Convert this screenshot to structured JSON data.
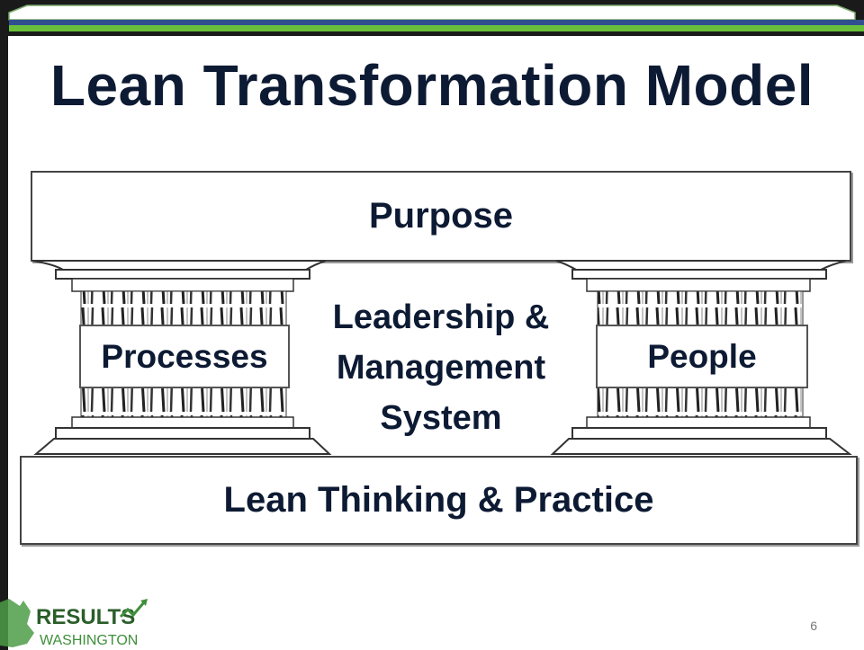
{
  "slide": {
    "title": "Lean Transformation Model",
    "page_number": "6"
  },
  "diagram": {
    "roof": "Purpose",
    "left_pillar": "Processes",
    "right_pillar": "People",
    "center_lines": [
      "Leadership &",
      "Management",
      "System"
    ],
    "foundation": "Lean Thinking & Practice"
  },
  "logo": {
    "line1": "RESULTS",
    "line2": "WASHINGTON"
  },
  "colors": {
    "title": "#0d1a33",
    "accent_green": "#6abf3b",
    "band_blue": "#2f4f8f",
    "logo_green": "#3f8f3a"
  }
}
